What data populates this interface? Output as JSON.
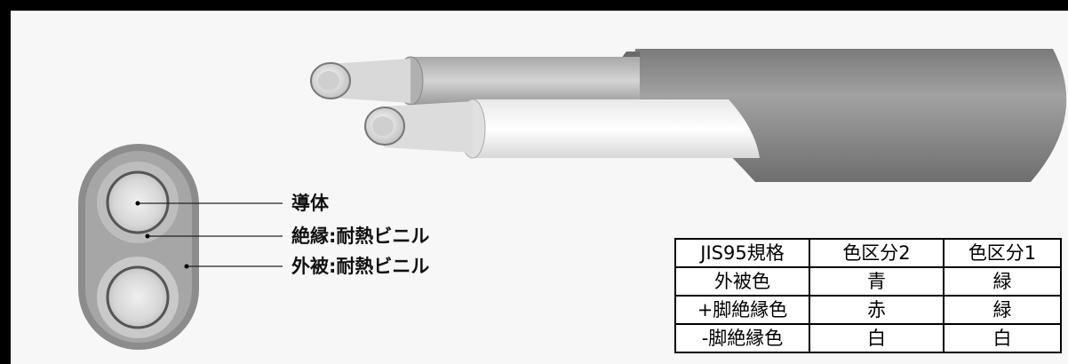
{
  "labels": {
    "conductor": "導体",
    "insulation": "絶縁:耐熱ビニル",
    "sheath": "外被:耐熱ビニル"
  },
  "spec_table": {
    "headers": [
      "JIS95規格",
      "色区分2",
      "色区分1"
    ],
    "rows": [
      [
        "外被色",
        "青",
        "緑"
      ],
      [
        "+脚絶縁色",
        "赤",
        "緑"
      ],
      [
        "-脚絶縁色",
        "白",
        "白"
      ]
    ]
  },
  "colors": {
    "frame": "#000000",
    "sheath": "#8f8f8f",
    "insulation_white": "#f2f2f2",
    "insulation_gray": "#c4c4c4",
    "conductor": "#e6e6e6"
  }
}
